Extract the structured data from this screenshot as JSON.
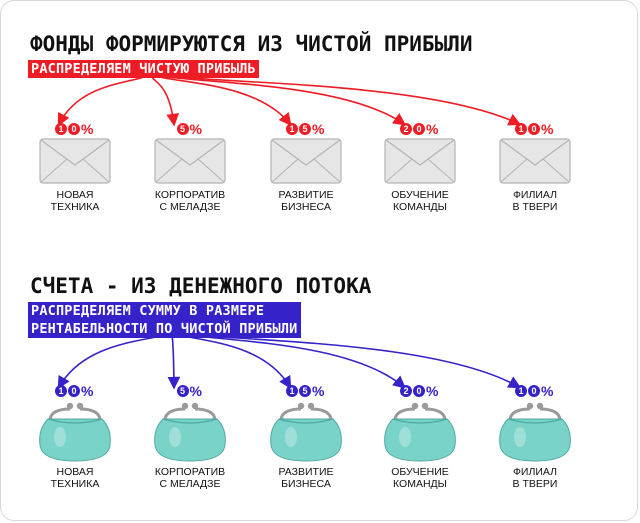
{
  "sections": [
    {
      "title": "ФОНДЫ ФОРМИРУЮТСЯ ИЗ ЧИСТОЙ ПРИБЫЛИ",
      "subtitle_lines": [
        "РАСПРЕДЕЛЯЕМ ЧИСТУЮ ПРИБЫЛЬ"
      ],
      "accent": "#ee1c24",
      "icon": "envelope-icon",
      "items": [
        {
          "pct": "10",
          "label_lines": [
            "НОВАЯ",
            "ТЕХНИКА"
          ]
        },
        {
          "pct": "5",
          "label_lines": [
            "КОРПОРАТИВ",
            "С МЕЛАДЗЕ"
          ]
        },
        {
          "pct": "15",
          "label_lines": [
            "РАЗВИТИЕ",
            "БИЗНЕСА"
          ]
        },
        {
          "pct": "20",
          "label_lines": [
            "ОБУЧЕНИЕ",
            "КОМАНДЫ"
          ]
        },
        {
          "pct": "10",
          "label_lines": [
            "ФИЛИАЛ",
            "В ТВЕРИ"
          ]
        }
      ]
    },
    {
      "title": "СЧЕТА - ИЗ ДЕНЕЖНОГО ПОТОКА",
      "subtitle_lines": [
        "РАСПРЕДЕЛЯЕМ СУММУ В РАЗМЕРЕ",
        "РЕНТАБЕЛЬНОСТИ ПО ЧИСТОЙ ПРИБЫЛИ"
      ],
      "accent": "#3522c8",
      "icon": "coin-purse-icon",
      "items": [
        {
          "pct": "10",
          "label_lines": [
            "НОВАЯ",
            "ТЕХНИКА"
          ]
        },
        {
          "pct": "5",
          "label_lines": [
            "КОРПОРАТИВ",
            "С МЕЛАДЗЕ"
          ]
        },
        {
          "pct": "15",
          "label_lines": [
            "РАЗВИТИЕ",
            "БИЗНЕСА"
          ]
        },
        {
          "pct": "20",
          "label_lines": [
            "ОБУЧЕНИЕ",
            "КОМАНДЫ"
          ]
        },
        {
          "pct": "10",
          "label_lines": [
            "ФИЛИАЛ",
            "В ТВЕРИ"
          ]
        }
      ]
    }
  ],
  "percent_sign": "%",
  "colors": {
    "envelope_fill": "#e6e6e6",
    "envelope_stroke": "#b4b4b4",
    "purse_fill": "#7ad3c8",
    "purse_clasp": "#9a9a9a"
  }
}
